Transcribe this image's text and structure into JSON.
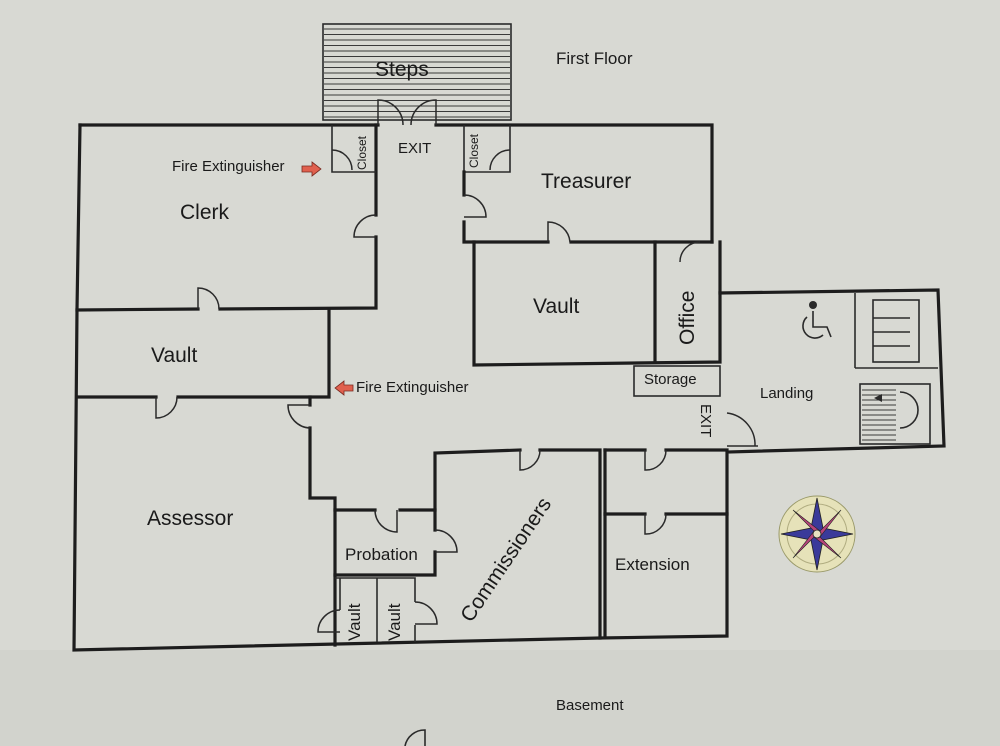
{
  "floor_titles": {
    "first": "First Floor",
    "basement": "Basement"
  },
  "rooms": {
    "steps": "Steps",
    "clerk": "Clerk",
    "treasurer": "Treasurer",
    "vault_clerk": "Vault",
    "vault_treasurer": "Vault",
    "office": "Office",
    "storage": "Storage",
    "landing": "Landing",
    "assessor": "Assessor",
    "probation": "Probation",
    "commissioners": "Commissioners",
    "extension": "Extension",
    "vault_small_1": "Vault",
    "vault_small_2": "Vault",
    "closet_left": "Closet",
    "closet_right": "Closet"
  },
  "markers": {
    "exit_top": "EXIT",
    "exit_side": "EXIT",
    "fire_ext_1": "Fire Extinguisher",
    "fire_ext_2": "Fire Extinguisher"
  },
  "icons": {
    "accessibility": "wheelchair-icon",
    "compass": "compass-rose-icon",
    "fire_arrow": "arrow-icon"
  },
  "colors": {
    "arrow": "#e0604e",
    "compass_blue": "#3a3a9a",
    "compass_red": "#b8447a"
  }
}
